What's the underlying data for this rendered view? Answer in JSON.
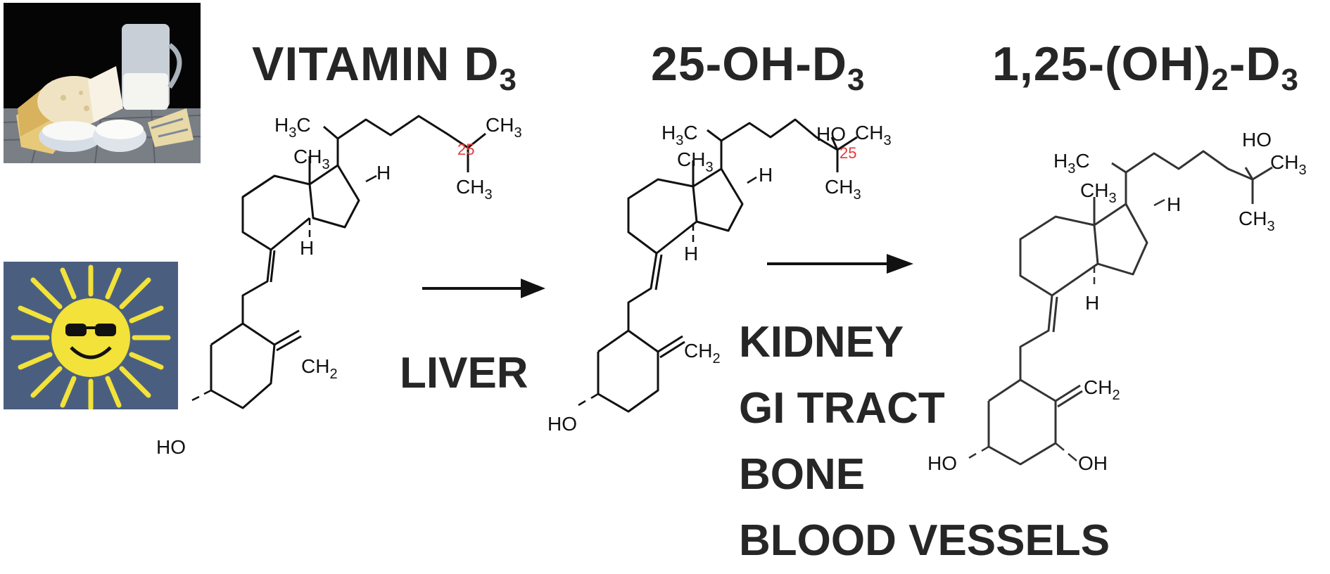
{
  "titles": {
    "vitamin_d3": "VITAMIN D",
    "vitamin_d3_sub": "3",
    "hydroxy_d3": "25-OH-D",
    "hydroxy_d3_sub": "3",
    "calcitriol_a": "1,25-(OH)",
    "calcitriol_sub2": "2",
    "calcitriol_b": "-D",
    "calcitriol_sub3": "3"
  },
  "step_labels": {
    "liver": "LIVER",
    "organs": [
      "KIDNEY",
      "GI TRACT",
      "BONE",
      "BLOOD VESSELS"
    ]
  },
  "molecule_labels": {
    "h3c": "H3C",
    "ch3": "CH3",
    "h": "H",
    "ho": "HO",
    "ch2": "CH2",
    "oh": "OH",
    "position_25": "25"
  },
  "colors": {
    "text": "#262626",
    "bond": "#111111",
    "position_marker": "#e23a3a",
    "sun": "#f2e23a",
    "denim": "#4a5f80"
  },
  "icons": {
    "dairy_photo": "dairy-food-photo",
    "sun_photo": "smiling-sun-with-sunglasses"
  }
}
